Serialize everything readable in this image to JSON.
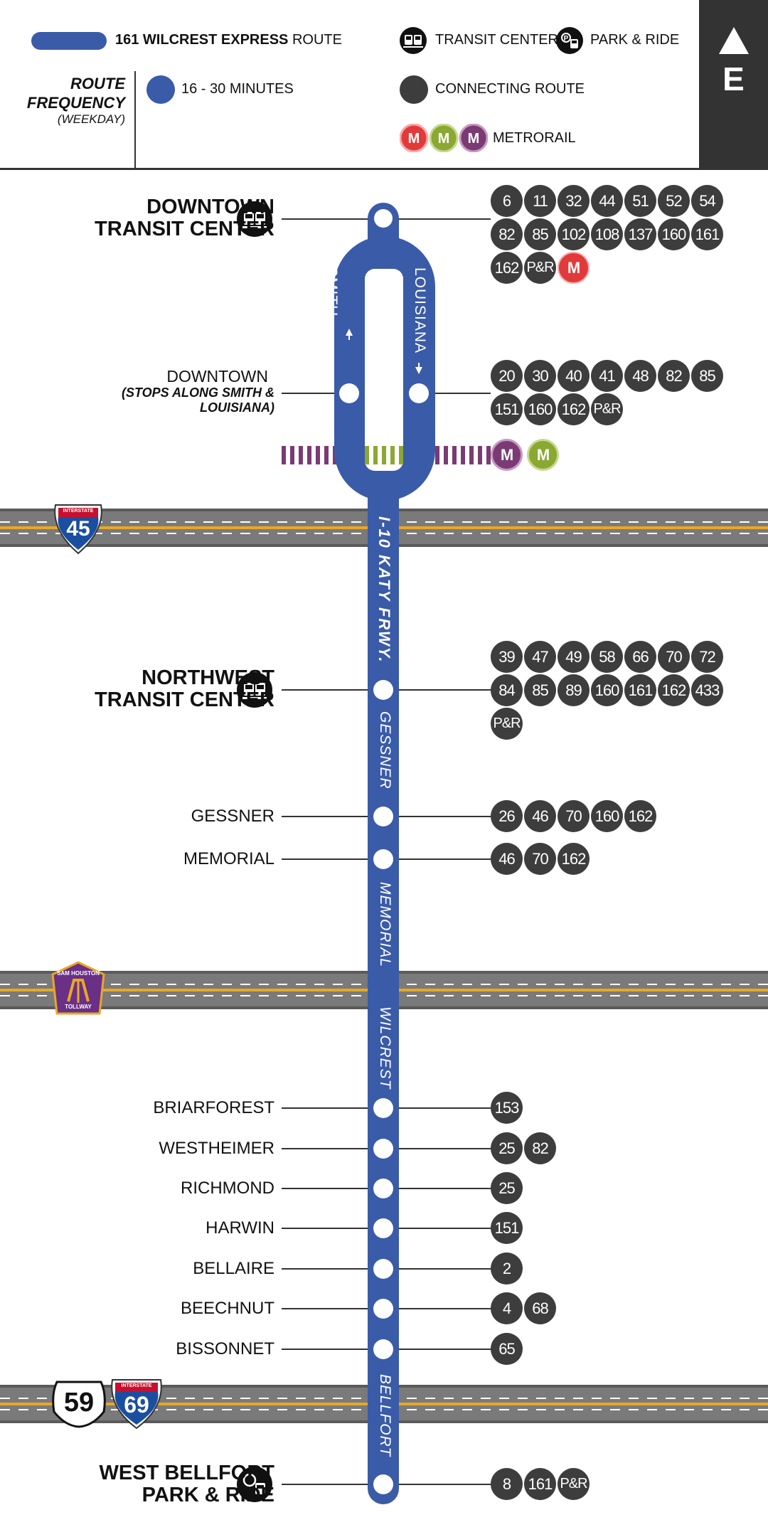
{
  "legend": {
    "route_line_label_bold": "161 WILCREST EXPRESS",
    "route_line_label_rest": " ROUTE",
    "frequency_title_1": "ROUTE",
    "frequency_title_2": "FREQUENCY",
    "frequency_sub": "(WEEKDAY)",
    "frequency_value": "16 - 30 MINUTES",
    "transit_center": "TRANSIT CENTER",
    "park_and_ride": "PARK & RIDE",
    "connecting_route": "CONNECTING ROUTE",
    "metrorail": "METRORAIL",
    "direction": "E",
    "colors": {
      "route": "#3a5ba8",
      "connecting": "#3d3d3d",
      "rail_red": "#e23a3a",
      "rail_green": "#8aa832",
      "rail_purple": "#7b3a73"
    }
  },
  "streets": {
    "smith": "SMITH",
    "louisiana": "LOUISIANA",
    "katy": "I-10 KATY FRWY.",
    "gessner": "GESSNER",
    "memorial": "MEMORIAL",
    "wilcrest": "WILCREST",
    "bellfort": "BELLFORT"
  },
  "shields": {
    "i45_top": "INTERSTATE",
    "i45_num": "45",
    "sam_houston_top": "SAM HOUSTON",
    "sam_houston_bottom": "TOLLWAY",
    "us59": "59",
    "i69_top": "INTERSTATE",
    "i69_num": "69"
  },
  "stops": [
    {
      "name1": "DOWNTOWN",
      "name2": "TRANSIT CENTER",
      "icon": "transit-center",
      "routes": [
        "6",
        "11",
        "32",
        "44",
        "51",
        "52",
        "54",
        "82",
        "85",
        "102",
        "108",
        "137",
        "160",
        "161",
        "162",
        "P&R",
        "M"
      ]
    },
    {
      "name1": "DOWNTOWN",
      "name2": "(STOPS ALONG SMITH &",
      "name3": "LOUISIANA)",
      "routes": [
        "20",
        "30",
        "40",
        "41",
        "48",
        "82",
        "85",
        "151",
        "160",
        "162",
        "P&R"
      ]
    },
    {
      "name1": "NORTHWEST",
      "name2": "TRANSIT CENTER",
      "icon": "transit-center",
      "routes": [
        "39",
        "47",
        "49",
        "58",
        "66",
        "70",
        "72",
        "84",
        "85",
        "89",
        "160",
        "161",
        "162",
        "433",
        "P&R"
      ]
    },
    {
      "name1": "GESSNER",
      "routes": [
        "26",
        "46",
        "70",
        "160",
        "162"
      ]
    },
    {
      "name1": "MEMORIAL",
      "routes": [
        "46",
        "70",
        "162"
      ]
    },
    {
      "name1": "BRIARFOREST",
      "routes": [
        "153"
      ]
    },
    {
      "name1": "WESTHEIMER",
      "routes": [
        "25",
        "82"
      ]
    },
    {
      "name1": "RICHMOND",
      "routes": [
        "25"
      ]
    },
    {
      "name1": "HARWIN",
      "routes": [
        "151"
      ]
    },
    {
      "name1": "BELLAIRE",
      "routes": [
        "2"
      ]
    },
    {
      "name1": "BEECHNUT",
      "routes": [
        "4",
        "68"
      ]
    },
    {
      "name1": "BISSONNET",
      "routes": [
        "65"
      ]
    },
    {
      "name1": "WEST BELLFORT",
      "name2": "PARK & RIDE",
      "icon": "park-and-ride",
      "routes": [
        "8",
        "161",
        "P&R"
      ]
    }
  ],
  "rail_badges": [
    "M",
    "M"
  ]
}
